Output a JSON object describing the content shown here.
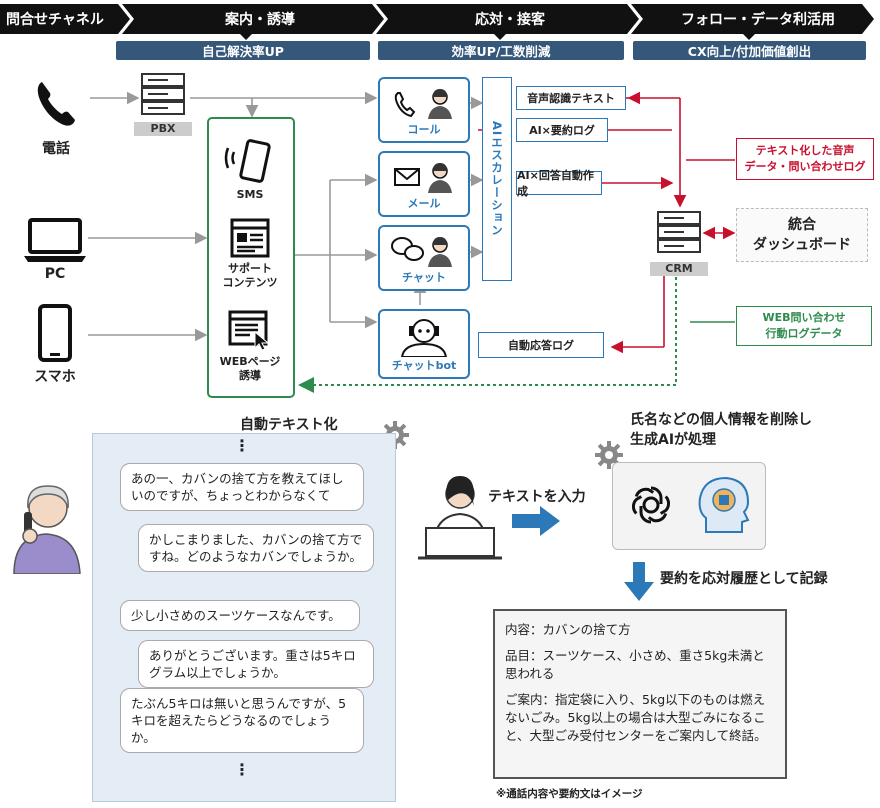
{
  "header": {
    "stages": [
      "問合せチャネル",
      "案内・誘導",
      "応対・接客",
      "フォロー・データ利活用"
    ],
    "subtitles": [
      "自己解決率UP",
      "効率UP/工数削減",
      "CX向上/付加価値創出"
    ]
  },
  "channels": {
    "phone": "電話",
    "pc": "PC",
    "smartphone": "スマホ"
  },
  "pbx": "PBX",
  "guidance": {
    "sms": "SMS",
    "support": "サポート\nコンテンツ",
    "web": "WEBページ\n誘導"
  },
  "response": {
    "call": "コール",
    "mail": "メール",
    "chat": "チャット",
    "chatbot": "チャットbot"
  },
  "escalation": "AIエスカレーション",
  "logs": {
    "speech_text": "音声認識テキスト",
    "ai_summary": "AI×要約ログ",
    "ai_answer": "AI×回答自動作成",
    "auto_log": "自動応答ログ"
  },
  "crm": "CRM",
  "dashboard": "統合\nダッシュボード",
  "annotations": {
    "voice_text": "テキスト化した音声\nデータ・問い合わせログ",
    "web_log": "WEB問い合わせ\n行動ログデータ"
  },
  "bottom": {
    "auto_text_title": "自動テキスト化",
    "ellipsis": "⋮",
    "bubbles": [
      "あの一、カバンの捨て方を教えてほしいのですが、ちょっとわからなくて",
      "かしこまりました、カバンの捨て方ですね。どのようなカバンでしょうか。",
      "少し小さめのスーツケースなんです。",
      "ありがとうございます。重さは5キログラム以上でしょうか。",
      "たぶん5キロは無いと思うんですが、5キロを超えたらどうなるのでしょうか。"
    ],
    "input_text": "テキストを入力",
    "ai_process": "氏名などの個人情報を削除し\n生成AIが処理",
    "record_text": "要約を応対履歴として記録",
    "summary": [
      "内容：カバンの捨て方",
      "品目：スーツケース、小さめ、重さ5kg未満と思われる",
      "ご案内：指定袋に入り、5kg以下のものは燃えないごみ。5kg以上の場合は大型ごみになること、大型ごみ受付センターをご案内して終話。"
    ],
    "note": "※通話内容や要約文はイメージ"
  },
  "colors": {
    "header": "#111111",
    "pill": "#35577a",
    "blue": "#2b79b8",
    "green": "#2e8b4e",
    "red": "#c8102e",
    "chat_bg": "#e4ecf6"
  }
}
